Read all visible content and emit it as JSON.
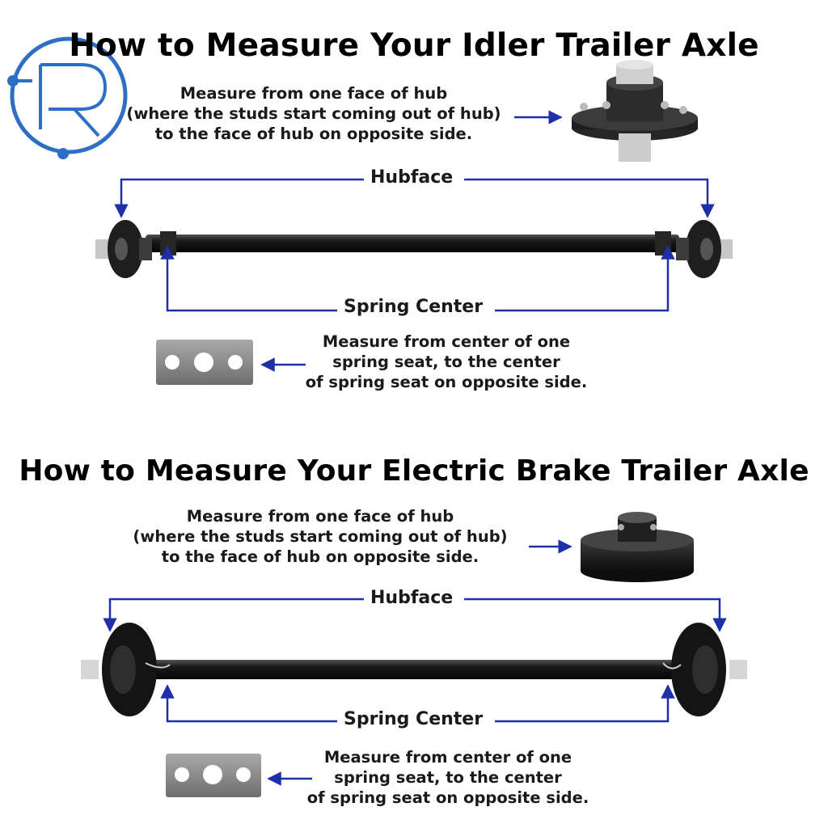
{
  "colors": {
    "arrow": "#1f2fa8",
    "axle": "#1c1c1c",
    "plate": "#8a8a8a",
    "logo": "#2c6fc4"
  },
  "logo": {
    "icon": "r-circuit-logo-icon",
    "watermark": "..."
  },
  "idler": {
    "title": "How to Measure Your Idler Trailer Axle",
    "hub_desc": [
      "Measure from one face of hub",
      "(where the studs start coming out of hub)",
      "to the face of hub on opposite side."
    ],
    "hubface_label": "Hubface",
    "spring_label": "Spring Center",
    "spring_desc": [
      "Measure from center of one",
      "spring seat, to the center",
      "of spring seat on opposite side."
    ]
  },
  "electric": {
    "title": "How to Measure Your Electric Brake Trailer Axle",
    "hub_desc": [
      "Measure from one face of hub",
      "(where the studs start coming out of hub)",
      "to the face of hub on opposite side."
    ],
    "hubface_label": "Hubface",
    "spring_label": "Spring Center",
    "spring_desc": [
      "Measure from center of one",
      "spring seat, to the center",
      "of spring seat on opposite side."
    ]
  }
}
